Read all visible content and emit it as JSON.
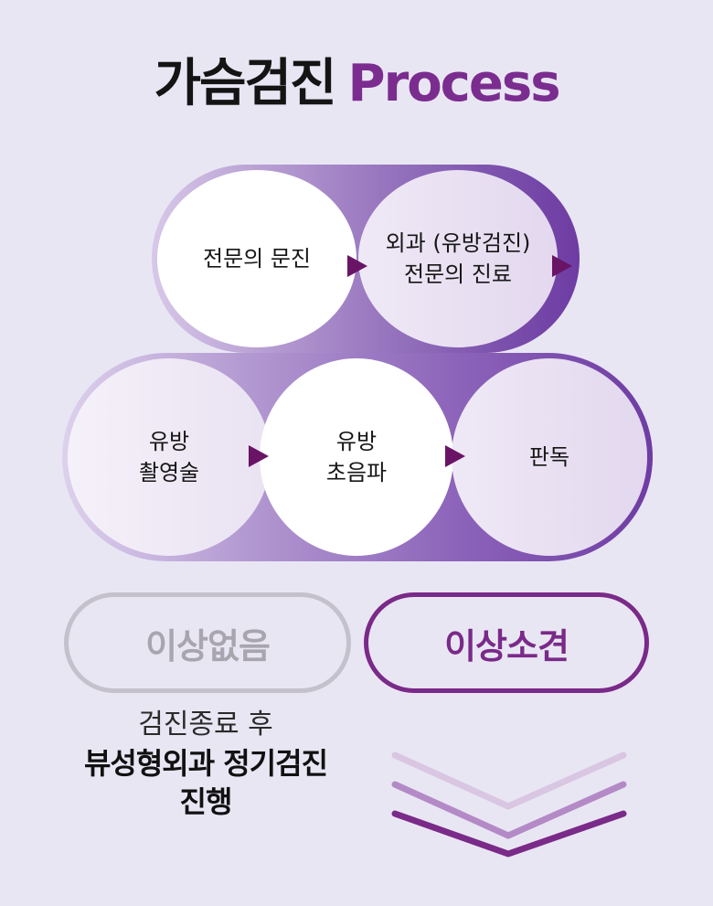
{
  "title": {
    "korean": "가슴검진",
    "english": "Process"
  },
  "colors": {
    "background": "#e9e6f4",
    "accent_purple": "#7a2d8f",
    "arrow": "#6a1466",
    "muted_gray": "#a8a5ae"
  },
  "steps": [
    {
      "label_line1": "전문의 문진",
      "label_line2": ""
    },
    {
      "label_line1": "외과 (유방검진)",
      "label_line2": "전문의 진료"
    },
    {
      "label_line1": "유방",
      "label_line2": "촬영술"
    },
    {
      "label_line1": "유방",
      "label_line2": "초음파"
    },
    {
      "label_line1": "판독",
      "label_line2": ""
    }
  ],
  "arrow_icon": "triangle-right-icon",
  "outcomes": {
    "normal": {
      "label": "이상없음"
    },
    "abnormal": {
      "label": "이상소견"
    }
  },
  "followup": {
    "line1": "검진종료 후",
    "line2": "뷰성형외과 정기검진",
    "line3": "진행"
  },
  "chevron_icon": "triple-chevron-down-icon"
}
